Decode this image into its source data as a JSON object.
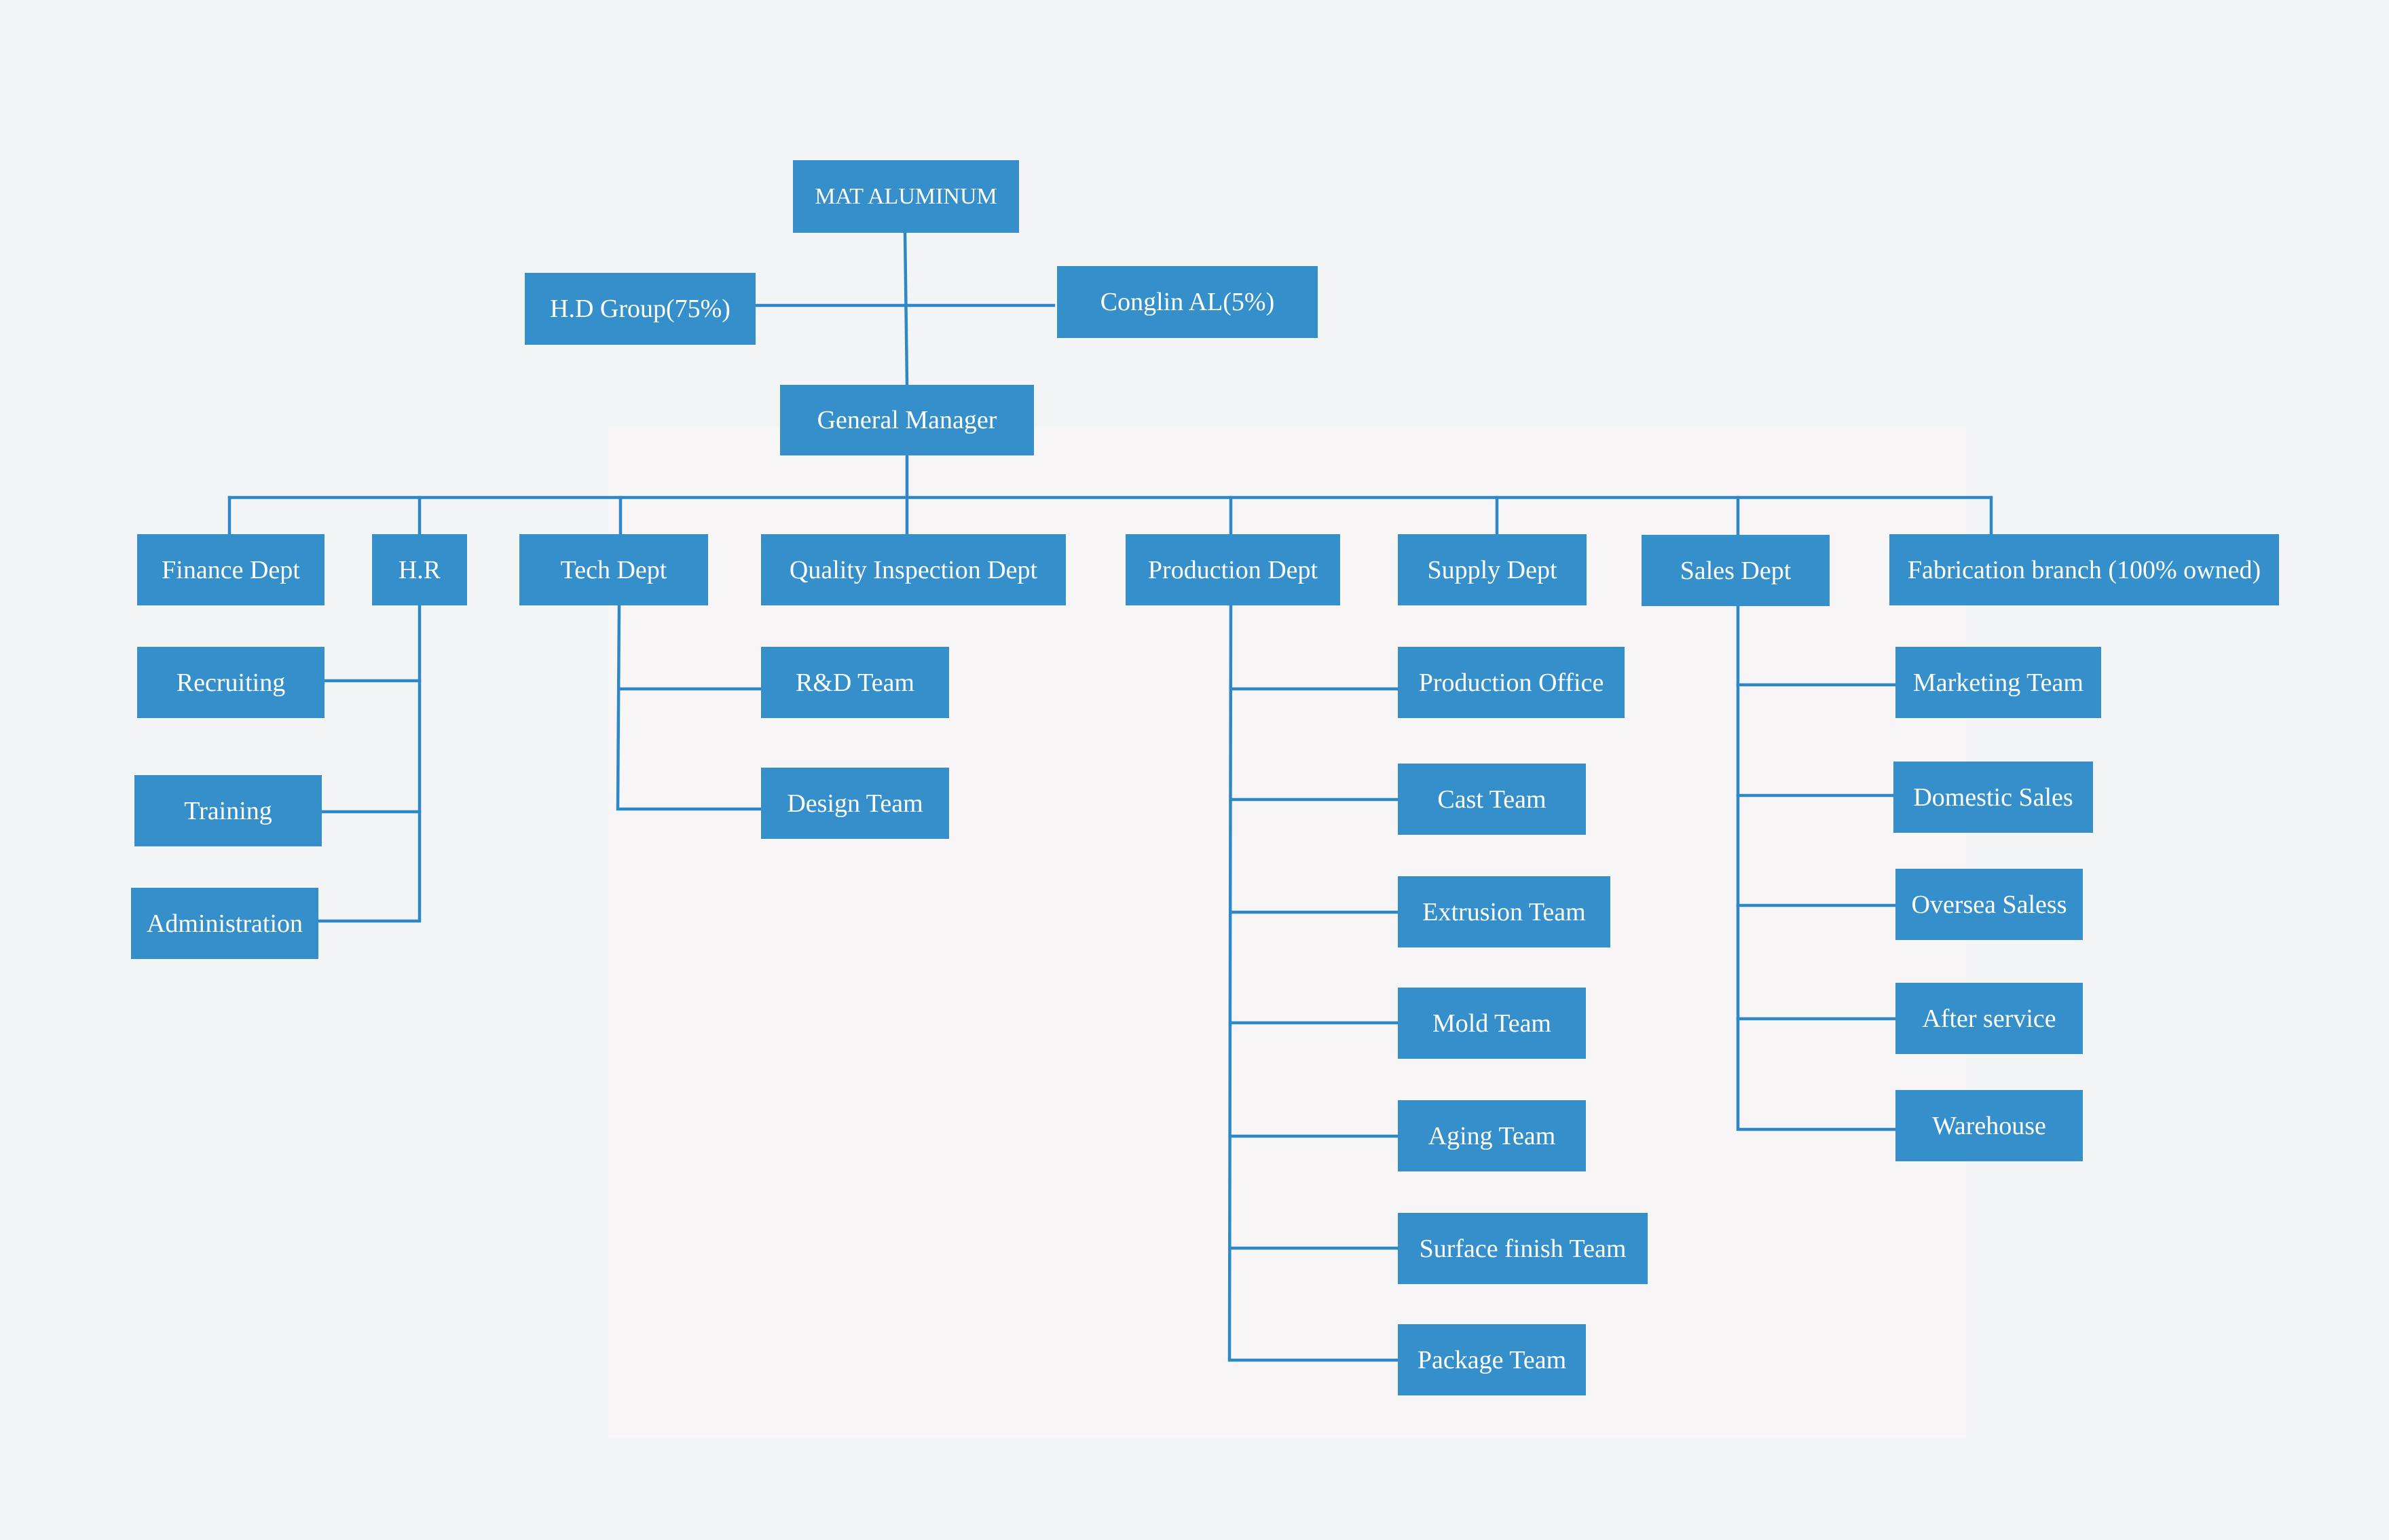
{
  "chart": {
    "company": "MAT ALUMINUM",
    "shareholders": {
      "hd_group": "H.D Group(75%)",
      "conglin": "Conglin AL(5%)"
    },
    "general_manager": "General Manager",
    "departments": {
      "finance": "Finance Dept",
      "hr": "H.R",
      "tech": "Tech Dept",
      "quality": "Quality Inspection Dept",
      "production": "Production Dept",
      "supply": "Supply Dept",
      "sales": "Sales Dept",
      "fabrication": "Fabrication branch (100% owned)"
    },
    "hr_teams": [
      "Recruiting",
      "Training",
      "Administration"
    ],
    "tech_teams": [
      "R&D Team",
      "Design Team"
    ],
    "production_teams": [
      "Production Office",
      "Cast Team",
      "Extrusion Team",
      "Mold Team",
      "Aging Team",
      "Surface finish Team",
      "Package Team"
    ],
    "sales_teams": [
      "Marketing Team",
      "Domestic Sales",
      "Oversea Saless",
      "After service",
      "Warehouse"
    ]
  }
}
